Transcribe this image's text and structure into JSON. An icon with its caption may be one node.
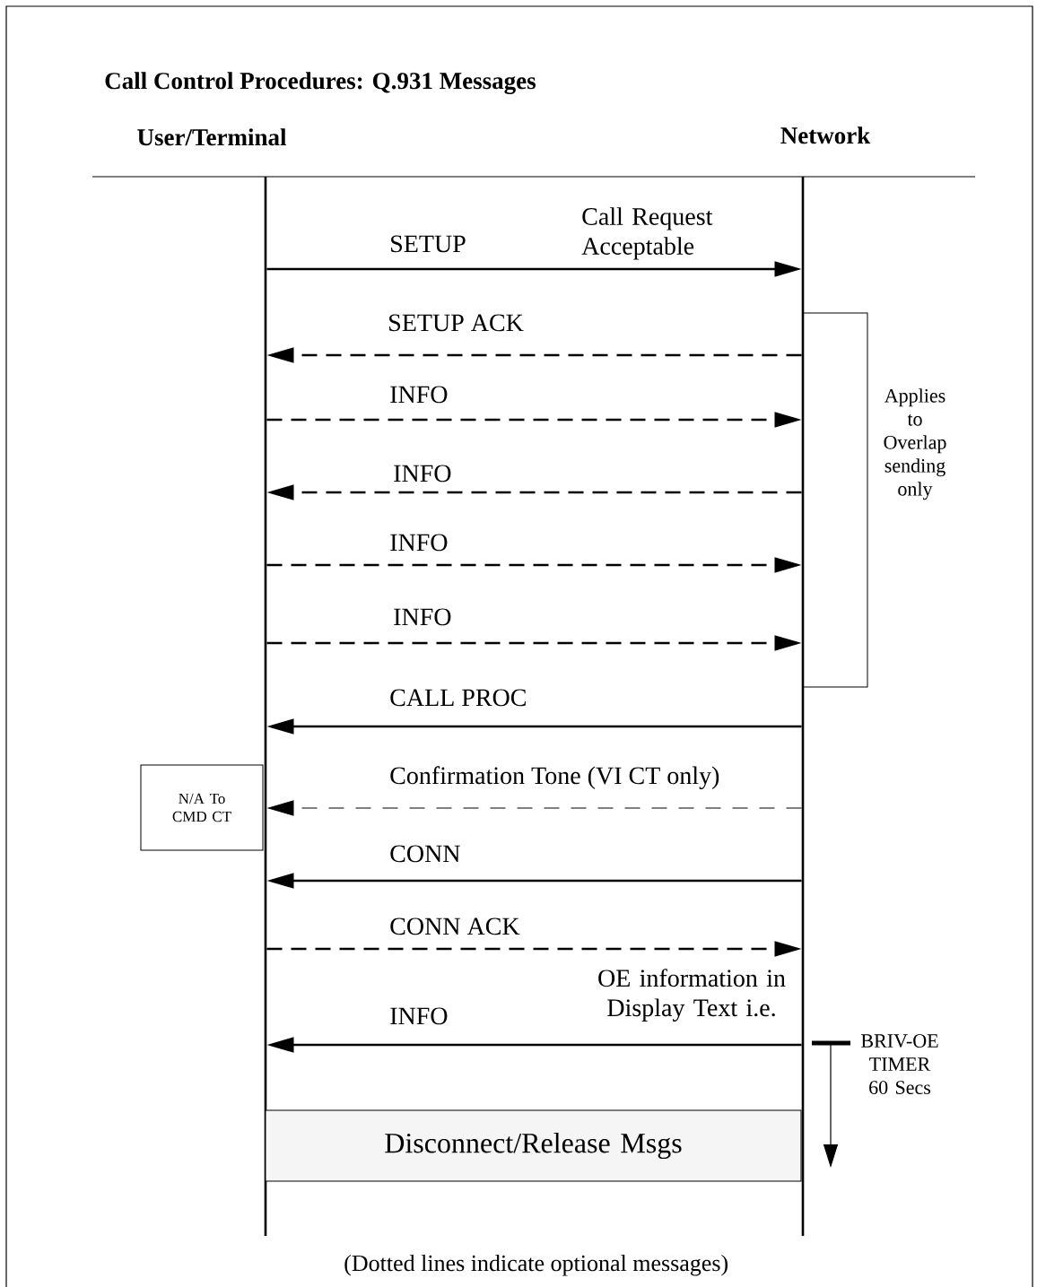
{
  "diagram": {
    "title": "Call Control Procedures:  Q.931 Messages",
    "caption": "(Dotted lines indicate optional messages)",
    "nodes": [
      {
        "text": [
          "User/Terminal"
        ]
      },
      {
        "text": [
          "Network"
        ]
      },
      {
        "text": [
          "N/A To CMD CT"
        ]
      },
      {
        "text": [
          "Disconnect/Release Msgs"
        ]
      }
    ],
    "edges": [
      {
        "from": 0,
        "to": 1,
        "arrow": "to",
        "label": "SETUP"
      },
      {
        "from": 1,
        "to": 0,
        "arrow": "to",
        "label": "SETUP ACK",
        "style": "dashed"
      },
      {
        "from": 0,
        "to": 1,
        "arrow": "to",
        "label": "INFO",
        "style": "dashed"
      },
      {
        "from": 1,
        "to": 0,
        "arrow": "to",
        "label": "INFO",
        "style": "dashed"
      },
      {
        "from": 0,
        "to": 1,
        "arrow": "to",
        "label": "INFO",
        "style": "dashed"
      },
      {
        "from": 0,
        "to": 1,
        "arrow": "to",
        "label": "INFO",
        "style": "dashed"
      },
      {
        "from": 1,
        "to": 0,
        "arrow": "to",
        "label": "CALL PROC"
      },
      {
        "from": 1,
        "to": 0,
        "arrow": "to",
        "label": "Confirmation Tone (VI CT only)",
        "style": "dashed"
      },
      {
        "from": 1,
        "to": 0,
        "arrow": "to",
        "label": "CONN"
      },
      {
        "from": 0,
        "to": 1,
        "arrow": "to",
        "label": "CONN ACK",
        "style": "dashed"
      },
      {
        "from": 1,
        "to": 0,
        "arrow": "to",
        "label": "INFO"
      }
    ],
    "labels": [
      "Call Request Acceptable",
      "Applies to Overlap sending only",
      "OE information in Display Text i.e.",
      "BRIV-OE TIMER 60 Secs"
    ]
  }
}
